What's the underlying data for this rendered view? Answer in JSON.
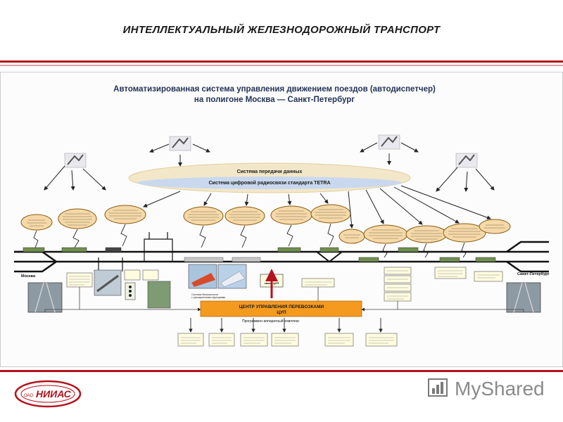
{
  "header": {
    "title": "ИНТЕЛЛЕКТУАЛЬНЫЙ ЖЕЛЕЗНОДОРОЖНЫЙ ТРАНСПОРТ"
  },
  "slide": {
    "title_line1": "Автоматизированная система управления движением поездов (автодиспетчер)",
    "title_line2": "на полигоне Москва — Санкт-Петербург"
  },
  "network": {
    "outer_label": "Система передачи данных",
    "inner_label": "Система цифровой радиосвязи стандарта TETRA"
  },
  "stations": {
    "left": "Москва",
    "right": "Санкт-Петербург"
  },
  "control_center": {
    "label": "ЦЕНТР УПРАВЛЕНИЯ ПЕРЕВОЗКАМИ",
    "abbr": "ЦУП",
    "complex": "Программно-аппаратный комплекс"
  },
  "server": {
    "label_line1": "Сервер",
    "label_line2": "связи ЦУП"
  },
  "safety_caption": {
    "line1": "Система безопасности",
    "line2": "с расширенными функциями"
  },
  "footer": {
    "logo_prefix": "ОАО",
    "logo_text": "НИИАС",
    "watermark": "MyShared"
  },
  "colors": {
    "accent_red": "#b5121b",
    "control_center": "#f49a1f",
    "ellipse_fill": "#f6d9a8",
    "ellipse_stroke": "#8a5a10",
    "cloud": "#f3e7c9",
    "tetra": "#c9d8ee"
  }
}
